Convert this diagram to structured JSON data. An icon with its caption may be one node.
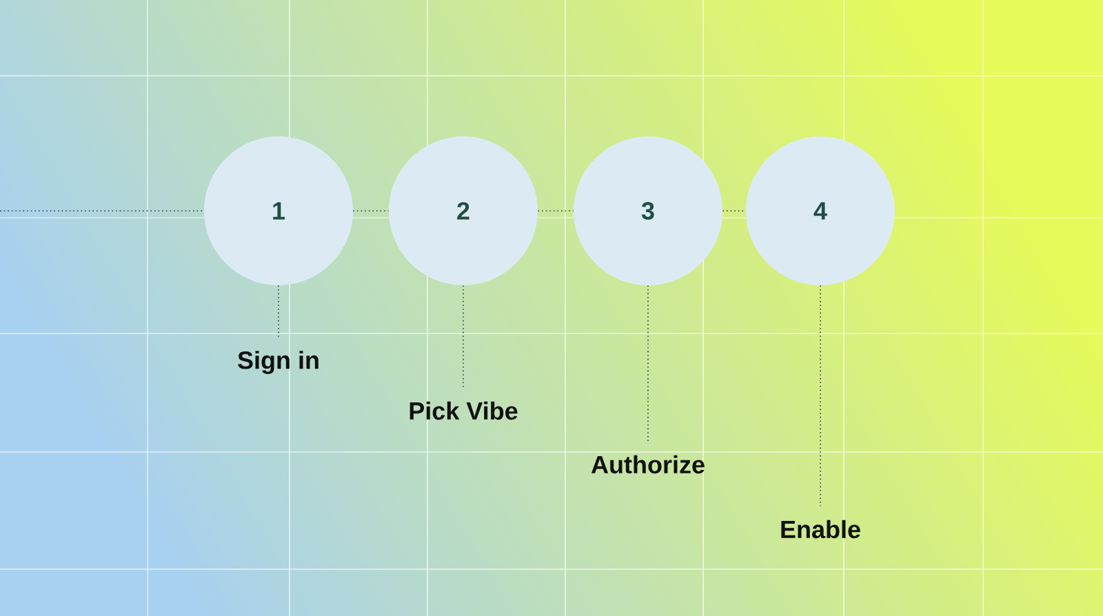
{
  "diagram": {
    "nodes": [
      {
        "text": [
          "1"
        ]
      },
      {
        "text": [
          "2"
        ]
      },
      {
        "text": [
          "3"
        ]
      },
      {
        "text": [
          "4"
        ]
      },
      {
        "text": [
          "Sign in"
        ]
      },
      {
        "text": [
          "Pick Vibe"
        ]
      },
      {
        "text": [
          "Authorize"
        ]
      },
      {
        "text": [
          "Enable"
        ]
      }
    ],
    "edges": [
      {
        "from": null,
        "to": 0,
        "arrow": "none"
      },
      {
        "from": 0,
        "to": 1,
        "arrow": "none"
      },
      {
        "from": 1,
        "to": 2,
        "arrow": "none"
      },
      {
        "from": 2,
        "to": 3,
        "arrow": "none"
      },
      {
        "from": 0,
        "to": 4,
        "arrow": "none"
      },
      {
        "from": 1,
        "to": 5,
        "arrow": "none"
      },
      {
        "from": 2,
        "to": 6,
        "arrow": "none"
      },
      {
        "from": 3,
        "to": 7,
        "arrow": "none"
      }
    ]
  }
}
